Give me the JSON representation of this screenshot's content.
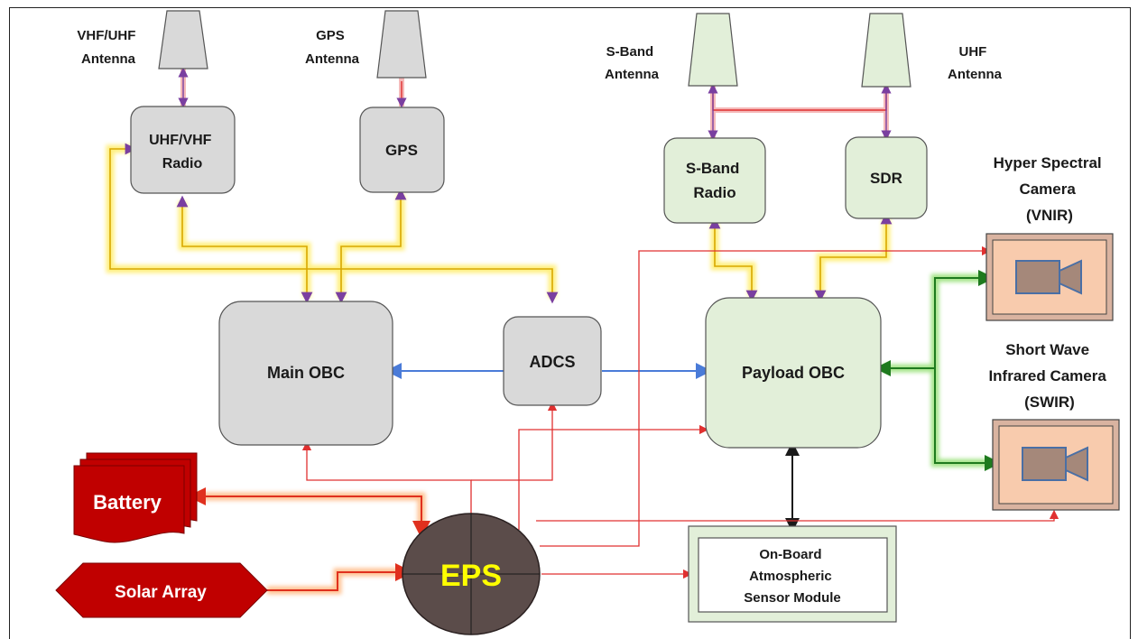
{
  "antennas": {
    "vhf_uhf": [
      "VHF/UHF",
      "Antenna"
    ],
    "gps": [
      "GPS",
      "Antenna"
    ],
    "sband": [
      "S-Band",
      "Antenna"
    ],
    "uhf": [
      "UHF",
      "Antenna"
    ]
  },
  "boxes": {
    "uhf_vhf_radio": [
      "UHF/VHF",
      "Radio"
    ],
    "gps": "GPS",
    "sband_radio": [
      "S-Band",
      "Radio"
    ],
    "sdr": "SDR",
    "main_obc": "Main OBC",
    "adcs": "ADCS",
    "payload_obc": "Payload OBC",
    "sensor": [
      "On-Board",
      "Atmospheric",
      "Sensor Module"
    ]
  },
  "cameras": {
    "vnir": [
      "Hyper Spectral",
      "Camera",
      "(VNIR)"
    ],
    "swir": [
      "Short Wave",
      "Infrared Camera",
      "(SWIR)"
    ]
  },
  "power": {
    "battery": "Battery",
    "solar": "Solar Array",
    "eps": "EPS"
  },
  "colors": {
    "grey_box": "#d9d9d9",
    "green_box": "#e2efd9",
    "camera_box": "#f8cbad",
    "camera_icon": "#a5887a",
    "red_power": "#c00000",
    "eps_fill": "#5b4c4a",
    "eps_text": "#ffff00",
    "link_yellow": "#ffe000",
    "link_blue": "#4a7bd8",
    "link_green": "#3aa82a",
    "link_red": "#e03030",
    "arrow_purple": "#7a3fa0"
  }
}
